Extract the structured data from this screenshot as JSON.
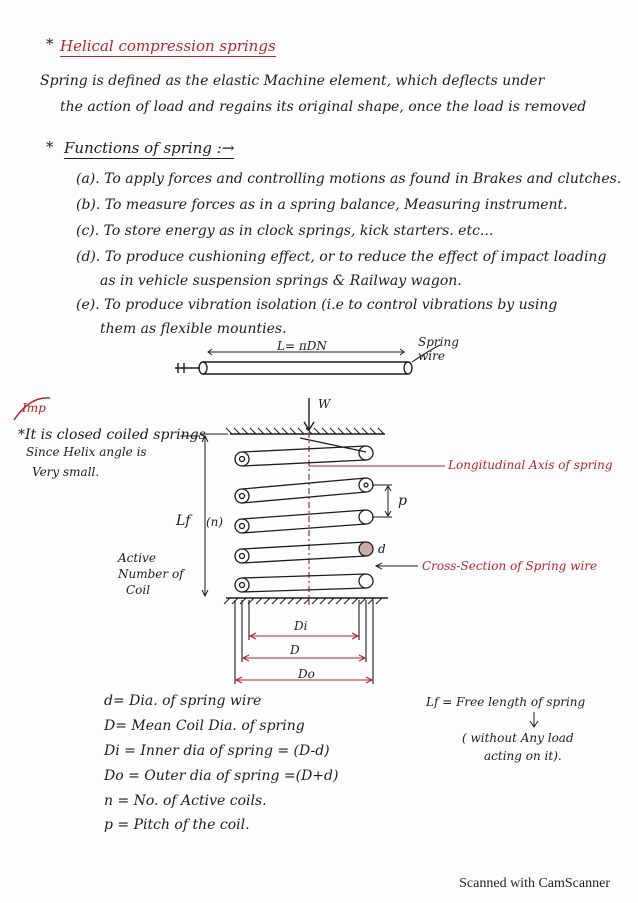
{
  "heading": {
    "star": "*",
    "title": "Helical compression springs"
  },
  "definition": {
    "line1": "Spring is defined as the elastic Machine element, which deflects under",
    "line2": "the action of load and regains its original shape, once the load is removed"
  },
  "functions": {
    "star": "*",
    "title": "Functions of spring :→",
    "items": [
      "(a). To apply forces and controlling motions as found in Brakes and clutches.",
      "(b). To measure forces as in a spring balance, Measuring instrument.",
      "(c). To store energy as in clock springs, kick starters. etc...",
      "(d). To produce cushioning effect, or to reduce the effect of impact loading",
      "as in vehicle suspension springs & Railway wagon.",
      "(e). To produce vibration isolation (i.e to control vibrations by using",
      "them as flexible mounties."
    ]
  },
  "wire_diagram": {
    "formula": "L= πDN",
    "label_line1": "Spring",
    "label_line2": "wire"
  },
  "imp_note": {
    "tag": "Imp",
    "line1": "*It is closed coiled springs",
    "line2": "Since Helix angle is",
    "line3": "Very small."
  },
  "spring_diagram": {
    "load": "W",
    "axis_label": "Longitudinal Axis of spring",
    "pitch": "p",
    "wire_dia": "d",
    "cross_section_label": "Cross-Section of Spring wire",
    "free_length": "Lf",
    "coils": "(n)",
    "active_line1": "Active",
    "active_line2": "Number of",
    "active_line3": "Coil",
    "di": "Di",
    "d_mean": "D",
    "do": "Do"
  },
  "legend": [
    "d= Dia. of spring wire",
    "D= Mean Coil Dia. of spring",
    "Di = Inner dia of spring = (D-d)",
    "Do = Outer dia of spring =(D+d)",
    "n = No. of Active coils.",
    "p = Pitch of the coil."
  ],
  "free_length_note": {
    "line1": "Lf = Free length of spring",
    "line2": "( without Any load",
    "line3": "acting on it)."
  },
  "footer": "Scanned with CamScanner",
  "colors": {
    "ink": "#1c1c24",
    "red_ink": "#b5262b"
  }
}
